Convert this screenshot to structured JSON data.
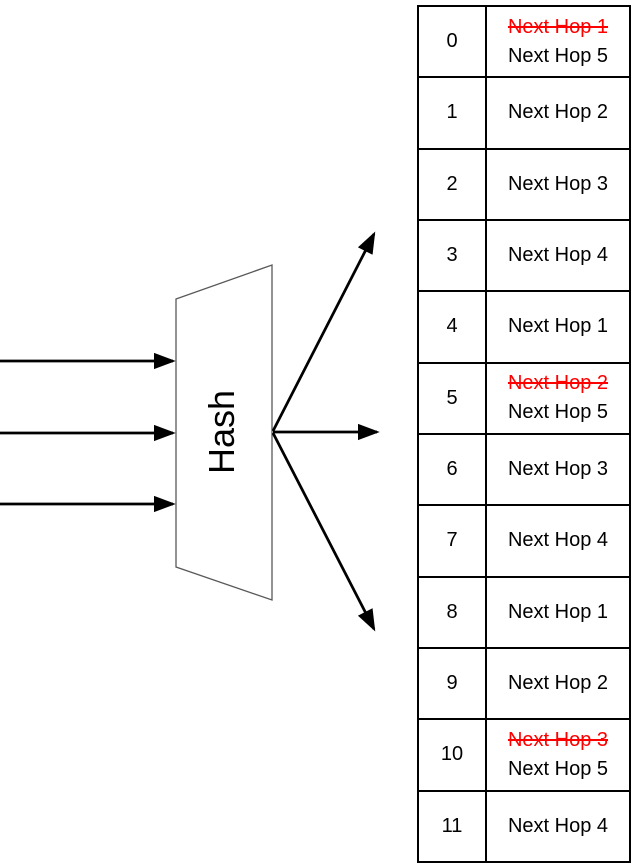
{
  "hash": {
    "label": "Hash"
  },
  "colors": {
    "text": "#000000",
    "replaced_text": "#ff0000",
    "table_border": "#000000",
    "trapezoid_outline": "#595959",
    "arrow": "#000000"
  },
  "diagram": {
    "input_arrow_count": 3,
    "output_arrow_count": 3
  },
  "table": {
    "rows": [
      {
        "index": "0",
        "old_value": "Next Hop 1",
        "value": "Next Hop 5"
      },
      {
        "index": "1",
        "value": "Next Hop 2"
      },
      {
        "index": "2",
        "value": "Next Hop 3"
      },
      {
        "index": "3",
        "value": "Next Hop 4"
      },
      {
        "index": "4",
        "value": "Next Hop 1"
      },
      {
        "index": "5",
        "old_value": "Next Hop 2",
        "value": "Next Hop 5"
      },
      {
        "index": "6",
        "value": "Next Hop 3"
      },
      {
        "index": "7",
        "value": "Next Hop 4"
      },
      {
        "index": "8",
        "value": "Next Hop 1"
      },
      {
        "index": "9",
        "value": "Next Hop 2"
      },
      {
        "index": "10",
        "old_value": "Next Hop 3",
        "value": "Next Hop 5"
      },
      {
        "index": "11",
        "value": "Next Hop 4"
      }
    ]
  }
}
